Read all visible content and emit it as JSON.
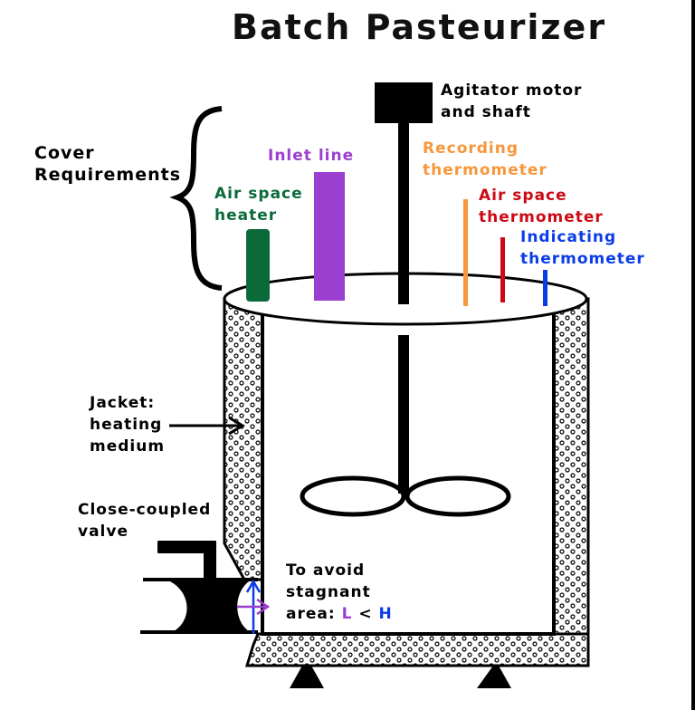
{
  "title": "Batch Pasteurizer",
  "labels": {
    "agitator": [
      "Agitator motor",
      "and shaft"
    ],
    "cover": [
      "Cover",
      "Requirements"
    ],
    "inlet": [
      "Inlet line"
    ],
    "air_heater": [
      "Air space",
      "heater"
    ],
    "recording": [
      "Recording",
      "thermometer"
    ],
    "air_thermo": [
      "Air space",
      "thermometer"
    ],
    "indicating": [
      "Indicating",
      "thermometer"
    ],
    "jacket": [
      "Jacket:",
      "heating",
      "medium"
    ],
    "valve": [
      "Close-coupled",
      "valve"
    ],
    "stagnant": [
      "To avoid",
      "stagnant",
      "area: "
    ],
    "stagnant_L": "L",
    "stagnant_lt": " < ",
    "stagnant_H": "H"
  },
  "colors": {
    "ink": "#000000",
    "air_heater": "#0b6a3a",
    "inlet": "#9b3fd1",
    "recording": "#f7963a",
    "air_thermo": "#cc0a14",
    "indicating": "#0a3de8"
  }
}
